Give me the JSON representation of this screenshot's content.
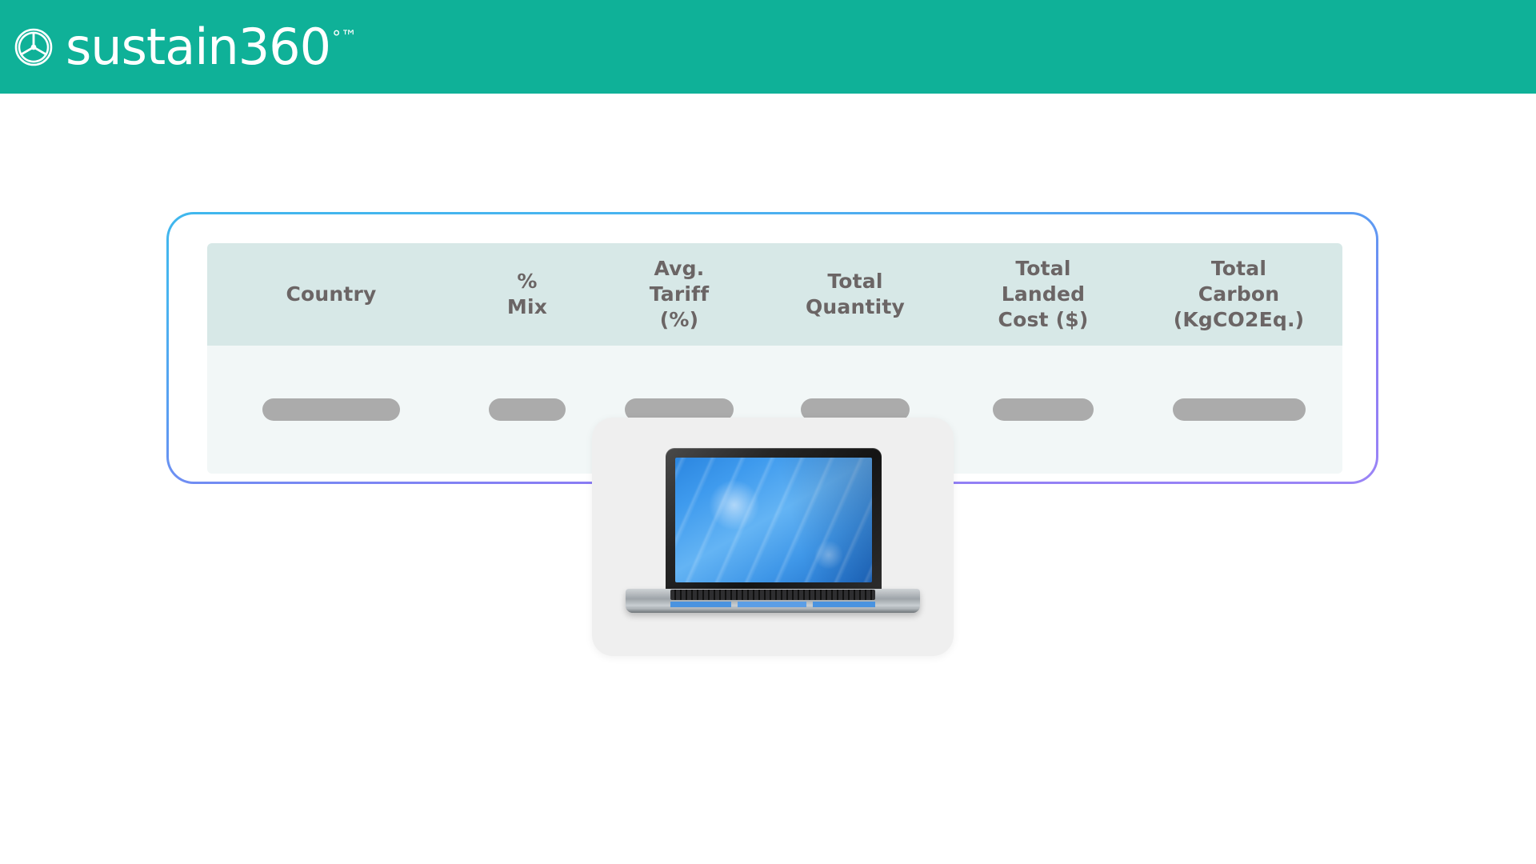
{
  "brand": {
    "icon": "sustain360-globe-icon",
    "wordmark": "sustain360",
    "degree": "°",
    "trademark": "™",
    "bar_color": "#0FB198"
  },
  "card": {
    "border_gradient_from": "#3FB7ED",
    "border_gradient_to": "#9B85F6",
    "background": "#FFFFFF"
  },
  "table": {
    "header_background": "#D7E8E7",
    "header_text_color": "#6B6565",
    "row_background": "#F2F7F7",
    "skeleton_color": "#ABABAB",
    "columns": [
      {
        "label": "Country",
        "key": "country"
      },
      {
        "label": "%\nMix",
        "key": "pct_mix"
      },
      {
        "label": "Avg.\nTariff\n(%)",
        "key": "avg_tariff_pct"
      },
      {
        "label": "Total\nQuantity",
        "key": "total_quantity"
      },
      {
        "label": "Total\nLanded\nCost ($)",
        "key": "total_landed_cost"
      },
      {
        "label": "Total\nCarbon\n(KgCO2Eq.)",
        "key": "total_carbon"
      }
    ],
    "rows": [
      {
        "state": "loading",
        "cells": [
          "",
          "",
          "",
          "",
          "",
          ""
        ]
      }
    ]
  },
  "loader": {
    "state": "loading",
    "image": "laptop-illustration",
    "tile_background": "#EFEFEF"
  }
}
